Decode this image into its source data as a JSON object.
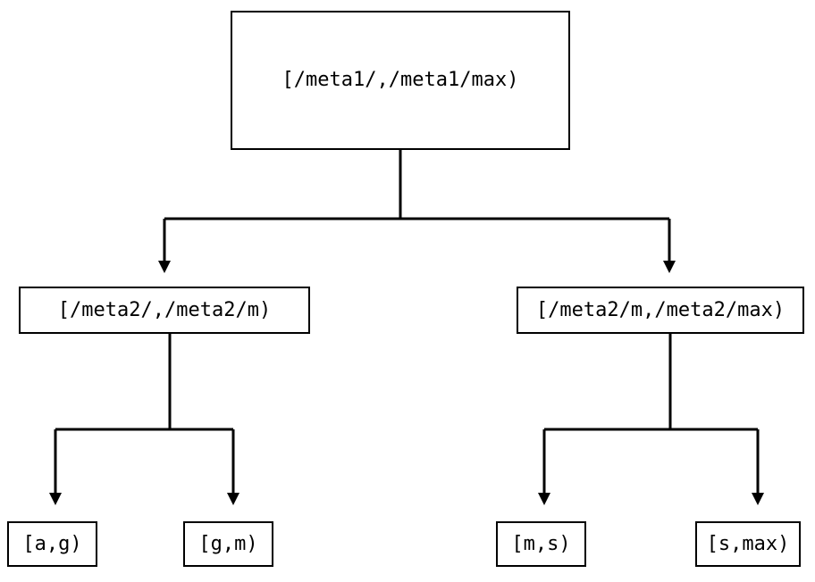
{
  "diagram": {
    "type": "binary-tree",
    "title": "",
    "background_color": "#ffffff",
    "stroke_color": "#000000",
    "text_color": "#000000",
    "nodes": {
      "root": {
        "label": "[/meta1/,/meta1/max)",
        "level": 0
      },
      "mid_left": {
        "label": "[/meta2/,/meta2/m)",
        "level": 1
      },
      "mid_right": {
        "label": "[/meta2/m,/meta2/max)",
        "level": 1
      },
      "leaf_1": {
        "label": "[a,g)",
        "level": 2
      },
      "leaf_2": {
        "label": "[g,m)",
        "level": 2
      },
      "leaf_3": {
        "label": "[m,s)",
        "level": 2
      },
      "leaf_4": {
        "label": "[s,max)",
        "level": 2
      }
    },
    "edges": [
      {
        "from": "root",
        "to": "mid_left",
        "arrow": "triangle-down"
      },
      {
        "from": "root",
        "to": "mid_right",
        "arrow": "triangle-down"
      },
      {
        "from": "mid_left",
        "to": "leaf_1",
        "arrow": "triangle-down"
      },
      {
        "from": "mid_left",
        "to": "leaf_2",
        "arrow": "triangle-down"
      },
      {
        "from": "mid_right",
        "to": "leaf_3",
        "arrow": "triangle-down"
      },
      {
        "from": "mid_right",
        "to": "leaf_4",
        "arrow": "triangle-down"
      }
    ]
  }
}
